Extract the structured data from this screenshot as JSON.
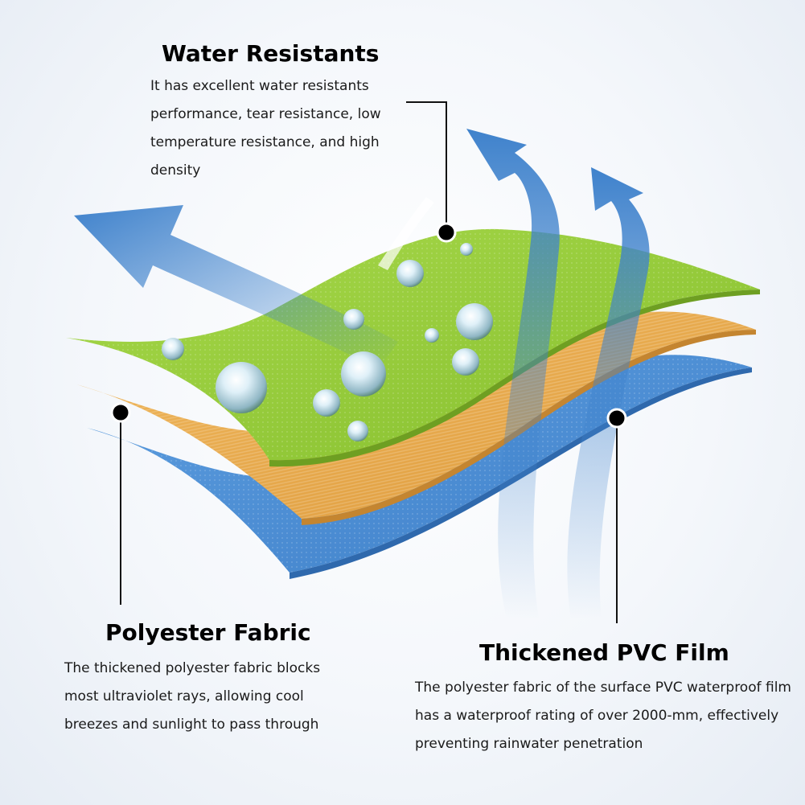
{
  "colors": {
    "green_layer": "#96cc3a",
    "orange_layer": "#e9a94a",
    "blue_layer": "#4a8ed6",
    "arrow_blue": "#3f82cc",
    "droplet": "#cfe8f5"
  },
  "icons": [
    "water-droplet-icon",
    "airflow-arrow-icon",
    "callout-dot-icon"
  ],
  "callouts": {
    "water": {
      "title": "Water Resistants",
      "description": "It has excellent water resistants performance, tear resistance, low temperature resistance, and high density"
    },
    "polyester": {
      "title": "Polyester Fabric",
      "description": "The thickened polyester fabric blocks most ultraviolet rays, allowing cool breezes and sunlight to pass through"
    },
    "pvc": {
      "title": "Thickened PVC Film",
      "description": "The polyester fabric of the surface PVC waterproof film has a waterproof rating of over 2000-mm, effectively preventing rainwater penetration"
    }
  }
}
